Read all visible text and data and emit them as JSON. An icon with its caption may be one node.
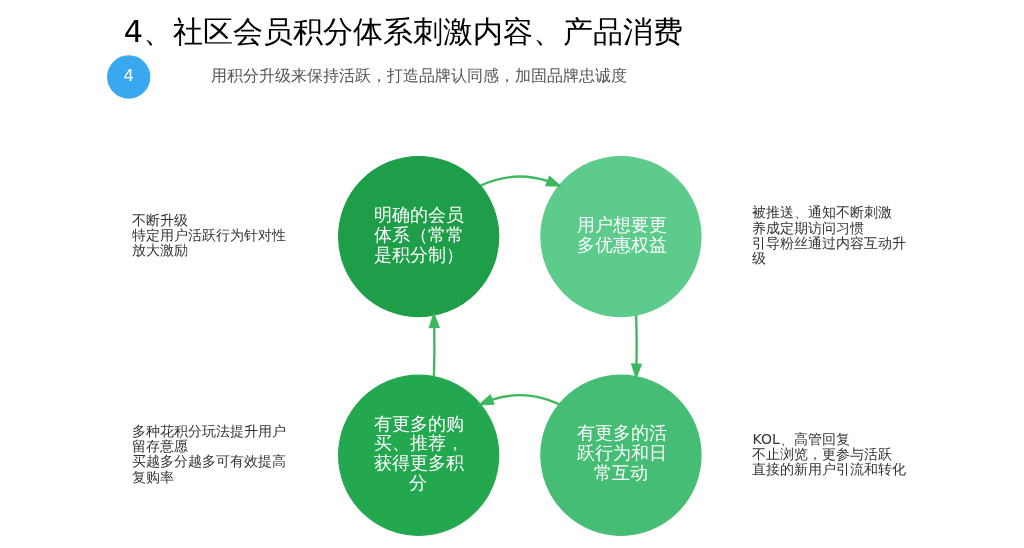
{
  "diagram": {
    "title": "4、社区会员积分体系刺激内容、产品消费",
    "nodes": [
      {
        "text": [
          "明确的会员体系（常常是积分制）"
        ],
        "beside": [
          "不断升级",
          "特定用户活跃行为针对性放大激励"
        ]
      },
      {
        "text": [
          "用户想要更多优惠权益"
        ],
        "beside": [
          "被推送、通知不断刺激",
          "养成定期访问习惯",
          "引导粉丝通过内容互动升级"
        ]
      },
      {
        "text": [
          "有更多的活跃行为和日常互动"
        ],
        "beside": [
          "KOL、高管回复",
          "不止浏览，更参与活跃",
          "直接的新用户引流和转化"
        ]
      },
      {
        "text": [
          "有更多的购买、推荐，获得更多积分"
        ],
        "beside": [
          "多种花积分玩法提升用户留存意愿",
          "买越多分越多可有效提高复购率"
        ]
      }
    ],
    "edges": [
      {
        "from": 0,
        "to": 1,
        "arrow": "to"
      },
      {
        "from": 1,
        "to": 2,
        "arrow": "to"
      },
      {
        "from": 2,
        "to": 3,
        "arrow": "to"
      },
      {
        "from": 3,
        "to": 0,
        "arrow": "to"
      }
    ],
    "labels": [
      "4",
      "用积分升级来保持活跃，打造品牌认同感，加固品牌忠诚度"
    ]
  }
}
